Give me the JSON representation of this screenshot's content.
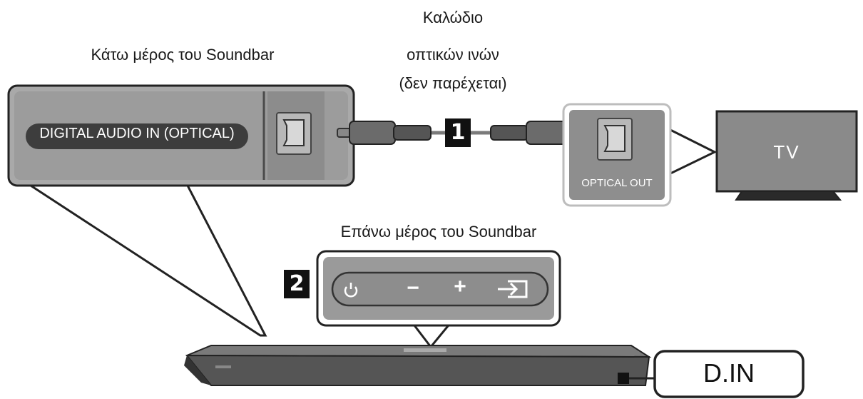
{
  "labels": {
    "soundbar_bottom": "Κάτω μέρος του Soundbar",
    "cable_line1": "Καλώδιο",
    "cable_line2": "οπτικών ινών",
    "cable_line3": "(δεν παρέχεται)",
    "soundbar_top": "Επάνω μέρος του Soundbar"
  },
  "ports": {
    "digital_audio_in": "DIGITAL AUDIO IN (OPTICAL)",
    "optical_out": "OPTICAL OUT"
  },
  "devices": {
    "tv": "TV"
  },
  "steps": {
    "step1": "1",
    "step2": "2"
  },
  "buttons": {
    "power_icon": "power-icon",
    "minus": "−",
    "plus": "+",
    "input_icon": "input-source-icon"
  },
  "display": {
    "mode": "D.IN"
  }
}
